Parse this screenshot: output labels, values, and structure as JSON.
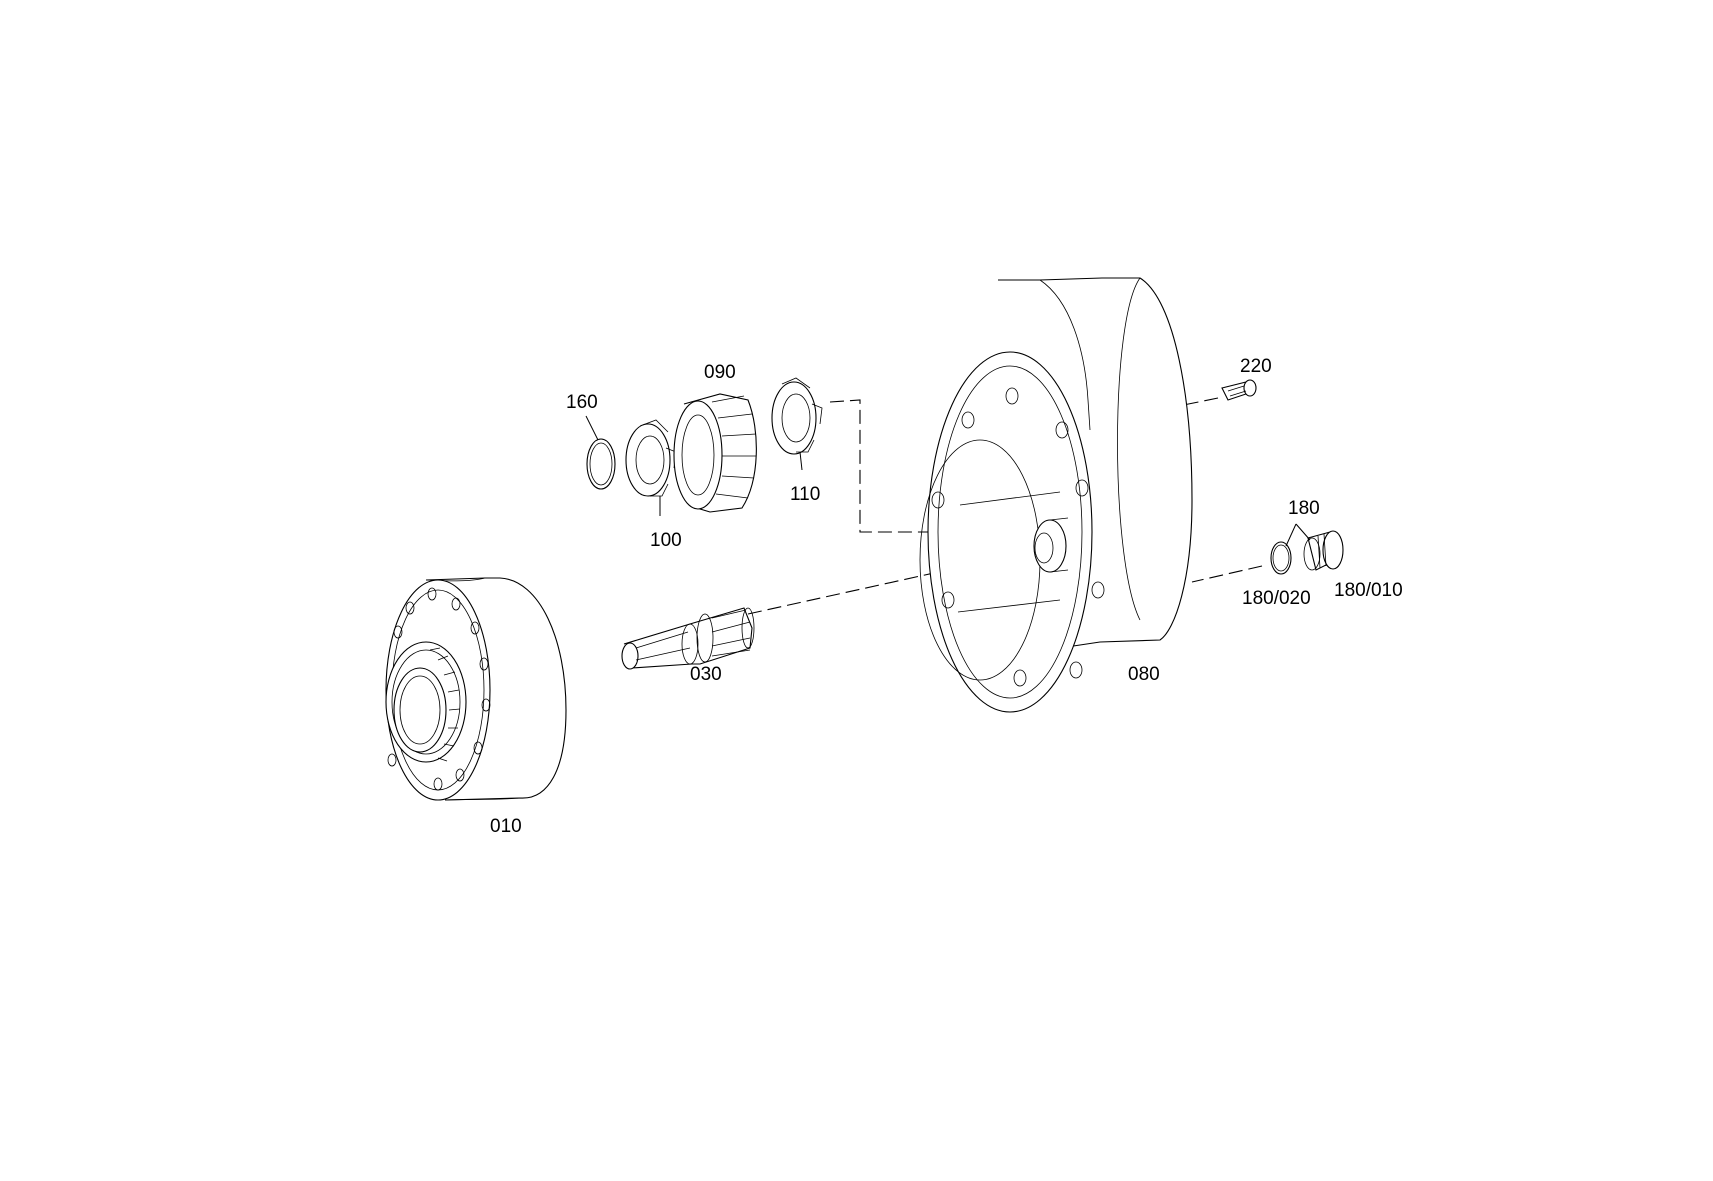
{
  "diagram": {
    "line_color": "#000000",
    "background": "#ffffff",
    "callouts": {
      "c160": "160",
      "c090": "090",
      "c220": "220",
      "c110": "110",
      "c100": "100",
      "c180": "180",
      "c180_020": "180/020",
      "c180_010": "180/010",
      "c030": "030",
      "c080": "080",
      "c010": "010"
    }
  }
}
